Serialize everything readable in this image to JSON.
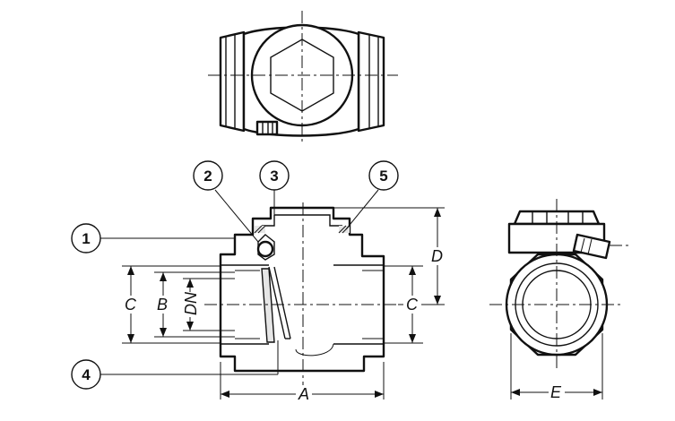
{
  "callouts": [
    {
      "id": "1",
      "label": "1"
    },
    {
      "id": "2",
      "label": "2"
    },
    {
      "id": "3",
      "label": "3"
    },
    {
      "id": "4",
      "label": "4"
    },
    {
      "id": "5",
      "label": "5"
    }
  ],
  "dimensions": {
    "a": "A",
    "b": "B",
    "c_left": "C",
    "c_right": "C",
    "d": "D",
    "dn": "DN",
    "e": "E"
  }
}
